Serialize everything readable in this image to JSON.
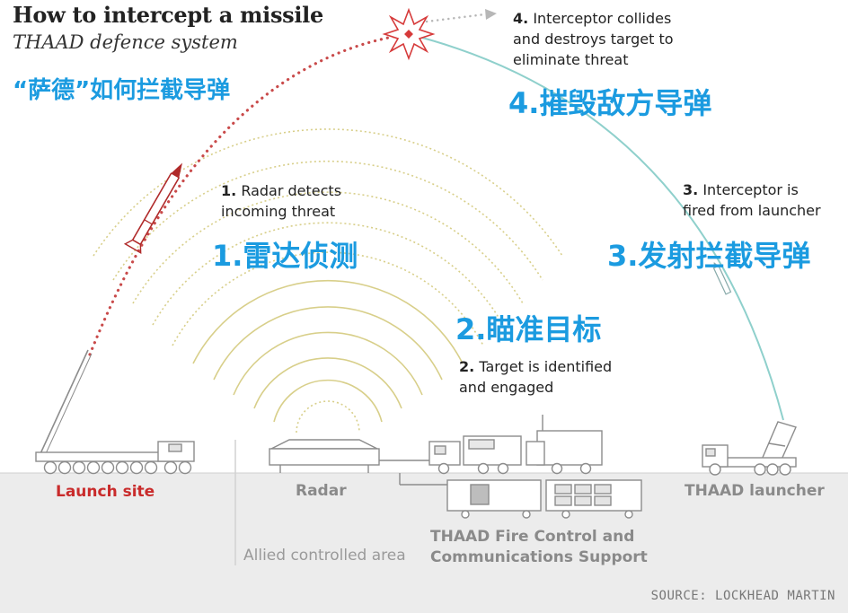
{
  "header": {
    "title": "How to intercept a missile",
    "subtitle": "THAAD defence system",
    "title_cn": "“萨德”如何拦截导弹"
  },
  "steps": [
    {
      "num": "1.",
      "text": "Radar detects\nincoming threat",
      "cn": "1.雷达侦测"
    },
    {
      "num": "2.",
      "text": "Target is identified\nand engaged",
      "cn": "2.瞄准目标"
    },
    {
      "num": "3.",
      "text": "Interceptor is\nfired from launcher",
      "cn": "3.发射拦截导弹"
    },
    {
      "num": "4.",
      "text": "Interceptor collides\nand destroys target to\neliminate threat",
      "cn": "4.摧毁敌方导弹"
    }
  ],
  "ground": {
    "launch_site": "Launch site",
    "radar": "Radar",
    "allied_area": "Allied controlled area",
    "fire_control": "THAAD Fire Control and\nCommunications Support",
    "thaad_launcher": "THAAD launcher"
  },
  "source": "SOURCE: LOCKHEAD MARTIN",
  "colors": {
    "accent_blue": "#1b9be0",
    "threat_red": "#c92b2b",
    "interceptor_teal": "#8fd0cc",
    "radar_wave": "#d8cf8a",
    "ground_grey": "#ececec"
  }
}
